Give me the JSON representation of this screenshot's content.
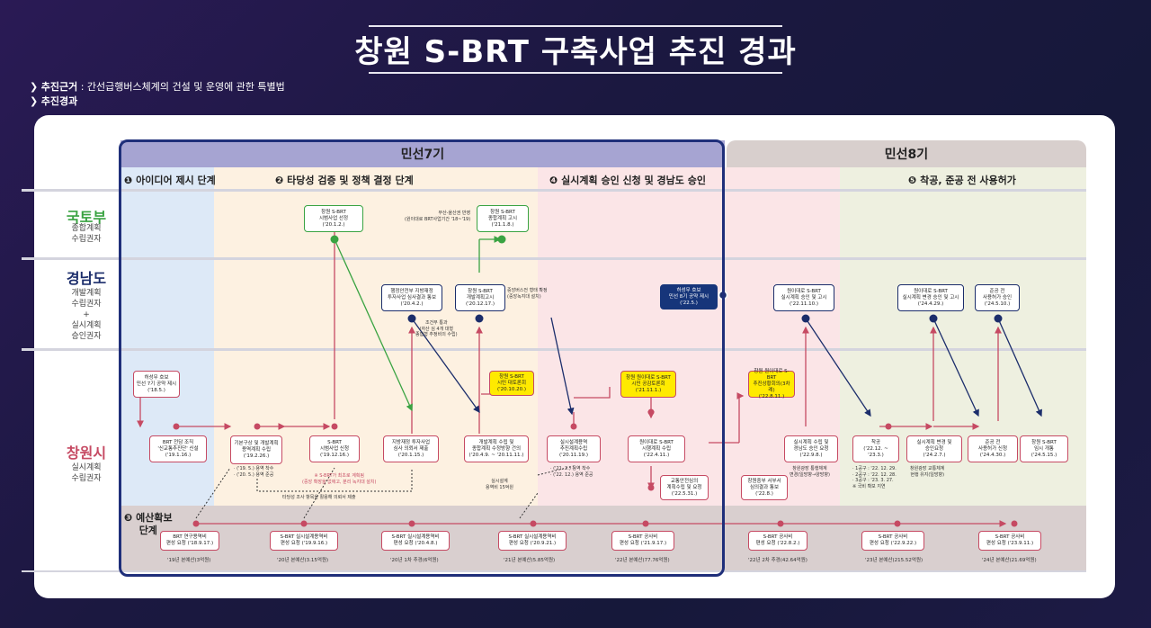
{
  "title": "창원 S-BRT 구축사업 추진 경과",
  "basis": {
    "label1": "추진근거",
    "text1": " : 간선급행버스체계의 건설 및 운영에 관한 특별법",
    "label2": "추진경과"
  },
  "terms": {
    "t7": "민선7기",
    "t8": "민선8기"
  },
  "phases": {
    "p1": "❶ 아이디어 제시 단계",
    "p2": "❷ 타당성 검증 및 정책 결정 단계",
    "p4": "❹ 실시계획 승인 신청 및 경남도 승인",
    "p5": "❺ 착공, 준공 전 사용허가",
    "p3": "❸ 예산확보\n단계"
  },
  "rows": {
    "molit": {
      "name": "국토부",
      "sub": "종합계획\n수립권자"
    },
    "gyeongnam": {
      "name": "경남도",
      "sub": "개발계획\n수립권자\n+\n실시계획\n승인권자"
    },
    "changwon": {
      "name": "창원시",
      "sub": "실시계획\n수립권자"
    }
  },
  "boxes": {
    "b01": "허성무 호보\n민선 7기 공약 제시\n('18.5.)",
    "b02": "BRT 전담 조직\n'신교통추진단' 신설\n('19.1.16.)",
    "b03": "기본구상 및 개발계획\n용역계획 수립\n('19.2.26.)",
    "b04": "S-BRT\n시범사업 신청\n('19.12.16.)",
    "b05": "창원 S-BRT\n시범사업 선정\n('20.1.2.)",
    "b06": "행정안전부 지방재정\n투자사업 심사결과 통보\n('20.4.2.)",
    "b07": "지방재정 투자사업\n심사 의뢰서 제출\n('20.1.15.)",
    "b08": "창원 S-BRT\n개발계획고시\n('20.12.17.)",
    "b09": "창원 S-BRT\n종합계획 고시\n('21.1.8.)",
    "b10": "개발계획 수립 및\n종합계획 수정방향 건의\n('20.4.9. ~ '20.11.11.)",
    "b11": "창원 S-BRT\n시민 대토론회\n('20.10.20.)",
    "b12": "실시설계용역\n추진계획수립\n('20.11.19.)",
    "b13": "창원 원이대로 S-BRT\n시민 공감토론회\n('21.11.1.)",
    "b14": "원이대로 S-BRT\n시행계획 수립\n('22.4.11.)",
    "b15": "교통안전심의\n계획수립 및 요청\n('22.5.31.)",
    "b16": "허성무 호보\n민선 8기 공약 제시\n('22.5.)",
    "b17": "창원 원이대로 S-BRT\n추진상황회의(3차례)\n('22.8.11.)",
    "b18": "창원중부 서부서\n심의결과 통보\n('22.8.)",
    "b19": "원이대로 S-BRT\n실시계획 승인 및 고시\n('22.11.10.)",
    "b20": "실시계획 수립 및\n경남도 승인 요청\n('22.9.8.)",
    "b21": "착공\n('22.12. ~ '23.3.)",
    "b22": "실시계획 변경 및\n승인요청\n('24.2.7.)",
    "b23": "원이대로 S-BRT\n실시계획 변경 승인 및 고시\n('24.4.29.)",
    "b24": "준공 전\n사용허가 신청\n('24.4.30.)",
    "b25": "준공 전\n사용허가 승인\n('24.5.10.)",
    "b26": "창원 S-BRT\n임시 개통\n('24.5.15.)"
  },
  "notes": {
    "n01": "부산-울산권 반영\n(원이대로 BRT사업기간 '18~'19)",
    "n02": "· ('19. 5.) 용역 착수\n· ('20. 5.) 용역 준공",
    "n03": "※ S-BRT가 최초로 계획됨\n(중앙 확장을 없애고, 분리 녹지대 설치)",
    "n04": "타당성 조사 항목을 활용해 의뢰서 제출",
    "n05": "조건부 통과\n(자산 심 4개 대형\n종합형 추정비의 수립)",
    "n06": "중앙버스전 형태 확정\n(중앙녹지대 설치)",
    "n07": "· ('21. 2.) 용역 착수\n· ('22. 12.) 용역 준공",
    "n08": "실시설계\n용역비 15억원",
    "n09": "창원광장 통행체계\n변경(일방향→양방향)",
    "n10": "· 1공구 : '22. 12. 29.\n· 2공구 : '22. 12. 28.\n· 3공구 : '23. 3. 27.\n※ 국비 확보 지연",
    "n11": "창원광장 교통체계\n현행 유지(일방향)"
  },
  "budget": [
    {
      "box": "BRT 연구용역비\n편성 요청 ('18.9.17.)",
      "note": "'19년 본예산(3억원)"
    },
    {
      "box": "S-BRT 실시설계용역비\n편성 요청 ('19.9.16.)",
      "note": "'20년 본예산(3.15억원)"
    },
    {
      "box": "S-BRT 실시설계용역비\n편성 요청 ('20.4.8.)",
      "note": "'20년 1차 추경(6억원)"
    },
    {
      "box": "S-BRT 실시설계용역비\n편성 요청 ('20.9.21.)",
      "note": "'21년 본예산(5.85억원)"
    },
    {
      "box": "S-BRT 공사비\n편성 요청 ('21.9.17.)",
      "note": "'22년 본예산(77.76억원)"
    },
    {
      "box": "S-BRT 공사비\n편성 요청 ('22.8.2.)",
      "note": "'22년 2차 추경(42.64억원)"
    },
    {
      "box": "S-BRT 공사비\n편성 요청 ('22.9.22.)",
      "note": "'23년 본예산(215.52억원)"
    },
    {
      "box": "S-BRT 공사비\n편성 요청 ('23.9.11.)",
      "note": "'24년 본예산(21.69억원)"
    }
  ],
  "colors": {
    "red": "#c64a63",
    "green": "#3aa342",
    "navy": "#1b2d6b",
    "yellow": "#ffea00"
  }
}
